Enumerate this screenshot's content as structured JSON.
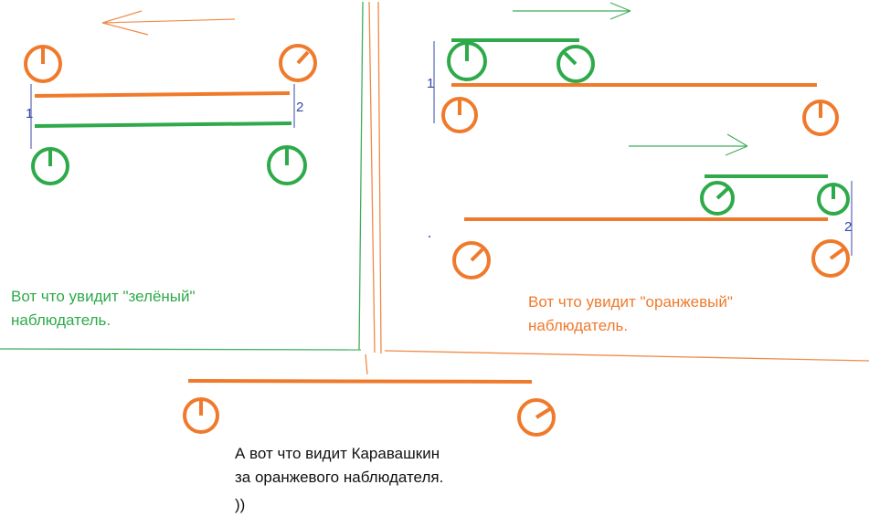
{
  "colors": {
    "green": "#2eaa4a",
    "orange": "#f07a2c",
    "frame_green": "#3fae5a",
    "frame_orange": "#f08a48",
    "blue_marks": "#3848a8",
    "text_black": "#111111"
  },
  "panels": {
    "green_view": {
      "caption_line1": "Вот что увидит \"зелёный\"",
      "caption_line2": "наблюдатель.",
      "marker_left": "1",
      "marker_right": "2",
      "arrow_direction": "left"
    },
    "orange_view": {
      "caption_line1": "Вот что увидит \"оранжевый\"",
      "caption_line2": "наблюдатель.",
      "marker_top": "1",
      "marker_bottom": "2",
      "arrow_direction": "right"
    },
    "karavashkin_view": {
      "caption_line1": "А вот что видит Каравашкин",
      "caption_line2": "за оранжевого наблюдателя.",
      "caption_line3": "))"
    }
  }
}
